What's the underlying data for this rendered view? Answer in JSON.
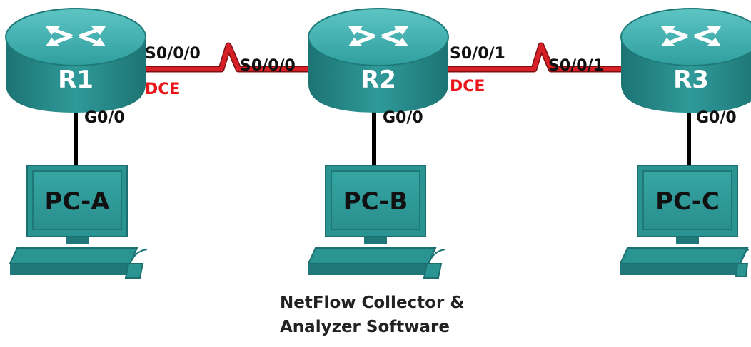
{
  "routers": [
    {
      "id": "r1",
      "label": "R1"
    },
    {
      "id": "r2",
      "label": "R2"
    },
    {
      "id": "r3",
      "label": "R3"
    }
  ],
  "pcs": [
    {
      "id": "pc-a",
      "label": "PC-A"
    },
    {
      "id": "pc-b",
      "label": "PC-B"
    },
    {
      "id": "pc-c",
      "label": "PC-C"
    }
  ],
  "links": {
    "r1_r2": {
      "left_if": "S0/0/0",
      "right_if": "S0/0/0",
      "dce": "DCE"
    },
    "r2_r3": {
      "left_if": "S0/0/1",
      "right_if": "S0/0/1",
      "dce": "DCE"
    },
    "lan": {
      "r1": "G0/0",
      "r2": "G0/0",
      "r3": "G0/0"
    }
  },
  "note": {
    "line1": "NetFlow Collector &",
    "line2": "Analyzer Software"
  },
  "colors": {
    "device": "#2a9a98",
    "device_dark": "#1e7f7e",
    "serial": "#d81f26",
    "dce": "#e8161b",
    "cable": "#000000"
  }
}
